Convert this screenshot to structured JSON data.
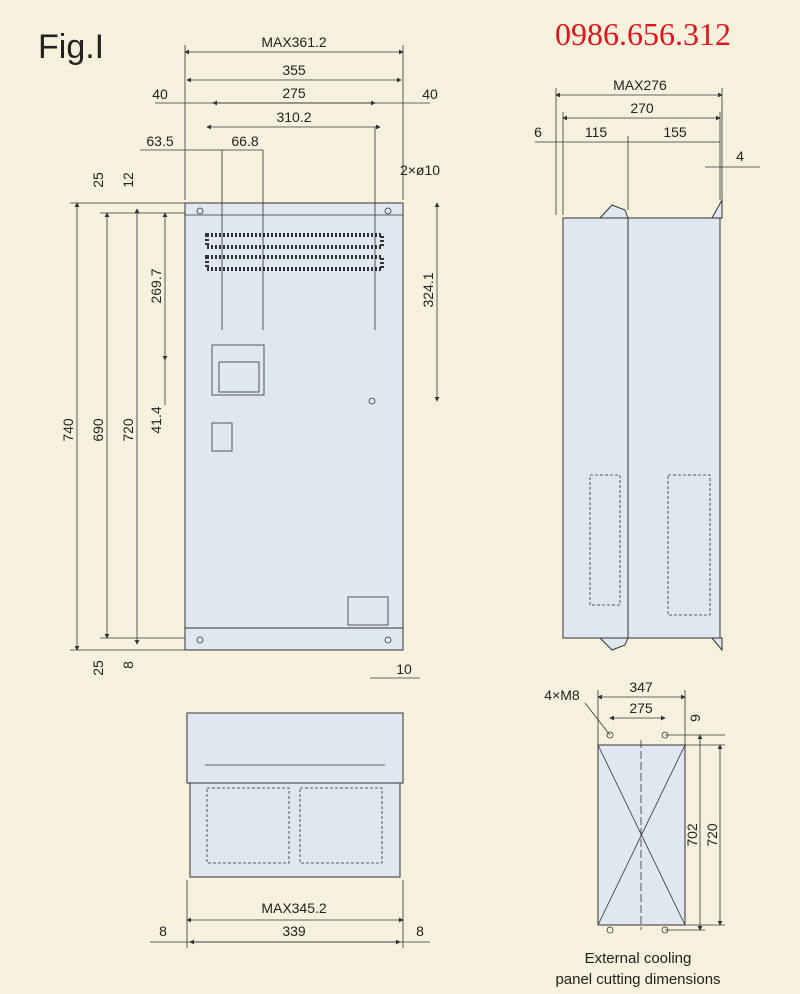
{
  "figure": {
    "title": "Fig.I",
    "phone": "0986.656.312"
  },
  "front_view": {
    "max_width": "MAX361.2",
    "width_355": "355",
    "margin_left": "40",
    "hole_span_275": "275",
    "margin_right": "40",
    "width_310_2": "310.2",
    "offset_63_5": "63.5",
    "offset_66_8": "66.8",
    "top_25": "25",
    "top_12": "12",
    "holes": "2×ø10",
    "height_269_7": "269.7",
    "height_324_1": "324.1",
    "height_41_4": "41.4",
    "height_740": "740",
    "height_690": "690",
    "height_720": "720",
    "bottom_25": "25",
    "bottom_8": "8",
    "bottom_10": "10"
  },
  "bottom_view": {
    "max_width": "MAX345.2",
    "width_339": "339",
    "left_8": "8",
    "right_8": "8"
  },
  "side_view": {
    "max_depth": "MAX276",
    "depth_270": "270",
    "depth_6": "6",
    "depth_115": "115",
    "depth_155": "155",
    "depth_4": "4"
  },
  "cutout": {
    "screws": "4×M8",
    "width_347": "347",
    "width_275": "275",
    "top_9": "9",
    "height_702": "702",
    "height_720": "720",
    "caption_line1": "External cooling",
    "caption_line2": "panel cutting dimensions"
  }
}
